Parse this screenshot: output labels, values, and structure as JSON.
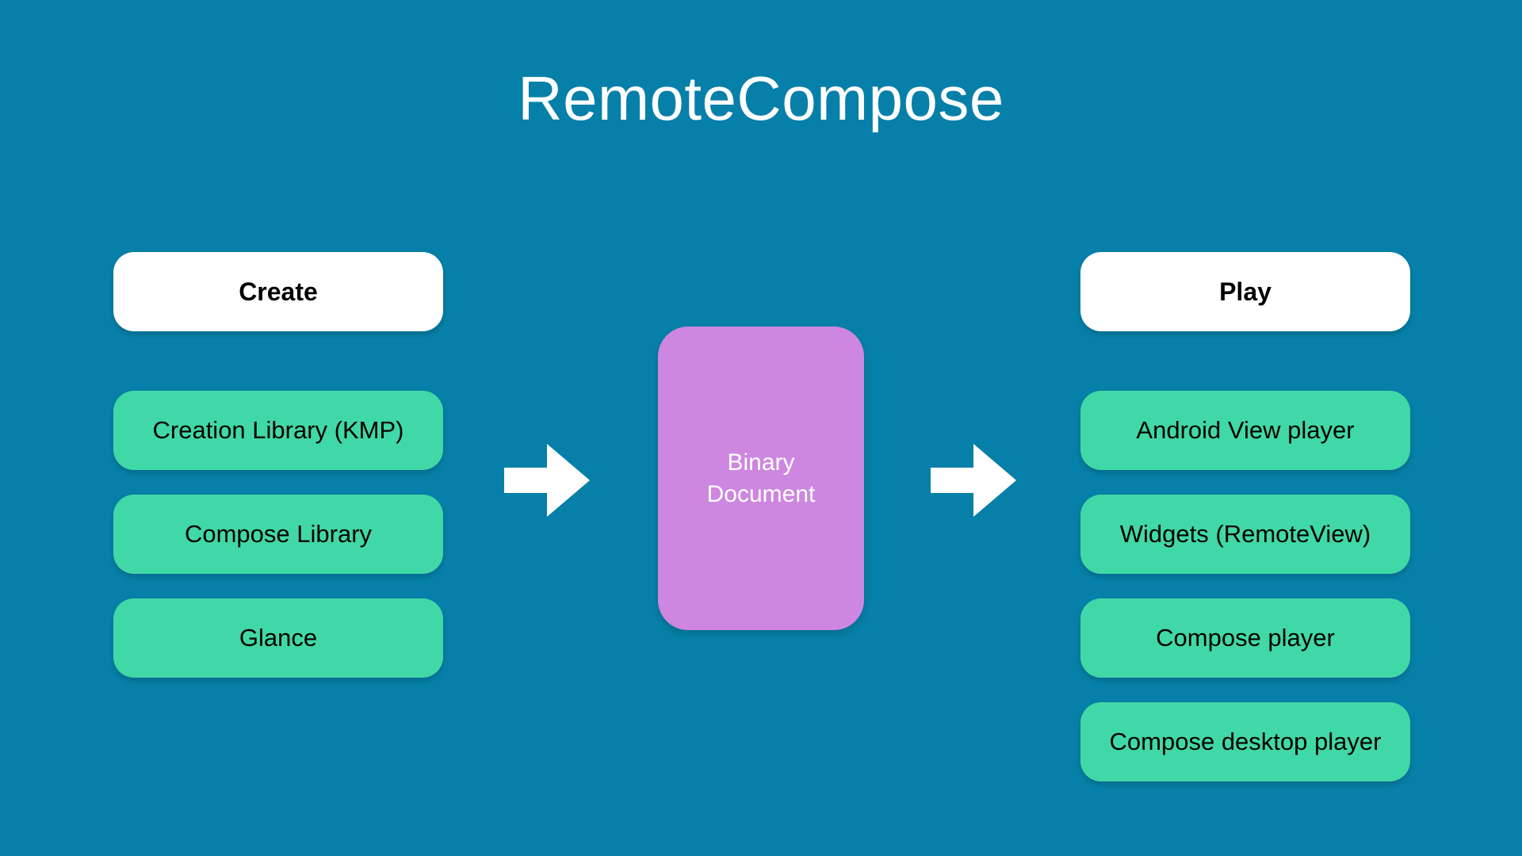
{
  "slide": {
    "title": "RemoteCompose",
    "background_color": "#0680a8",
    "title_color": "#ffffff"
  },
  "colors": {
    "background": "#0680a8",
    "header_pill": "#ffffff",
    "item_pill": "#41d8a7",
    "document_card": "#cd87e0",
    "arrow": "#ffffff",
    "text_dark": "#000000",
    "text_light": "#ffffff"
  },
  "create_column": {
    "header": "Create",
    "items": [
      {
        "label": "Creation Library (KMP)"
      },
      {
        "label": "Compose Library"
      },
      {
        "label": "Glance"
      }
    ]
  },
  "document": {
    "label": "Binary\nDocument",
    "line1": "Binary",
    "line2": "Document"
  },
  "play_column": {
    "header": "Play",
    "items": [
      {
        "label": "Android View player"
      },
      {
        "label": "Widgets (RemoteView)"
      },
      {
        "label": "Compose player"
      },
      {
        "label": "Compose desktop player"
      }
    ]
  },
  "arrows": [
    {
      "name": "create-to-document",
      "direction": "right"
    },
    {
      "name": "document-to-play",
      "direction": "right"
    }
  ]
}
